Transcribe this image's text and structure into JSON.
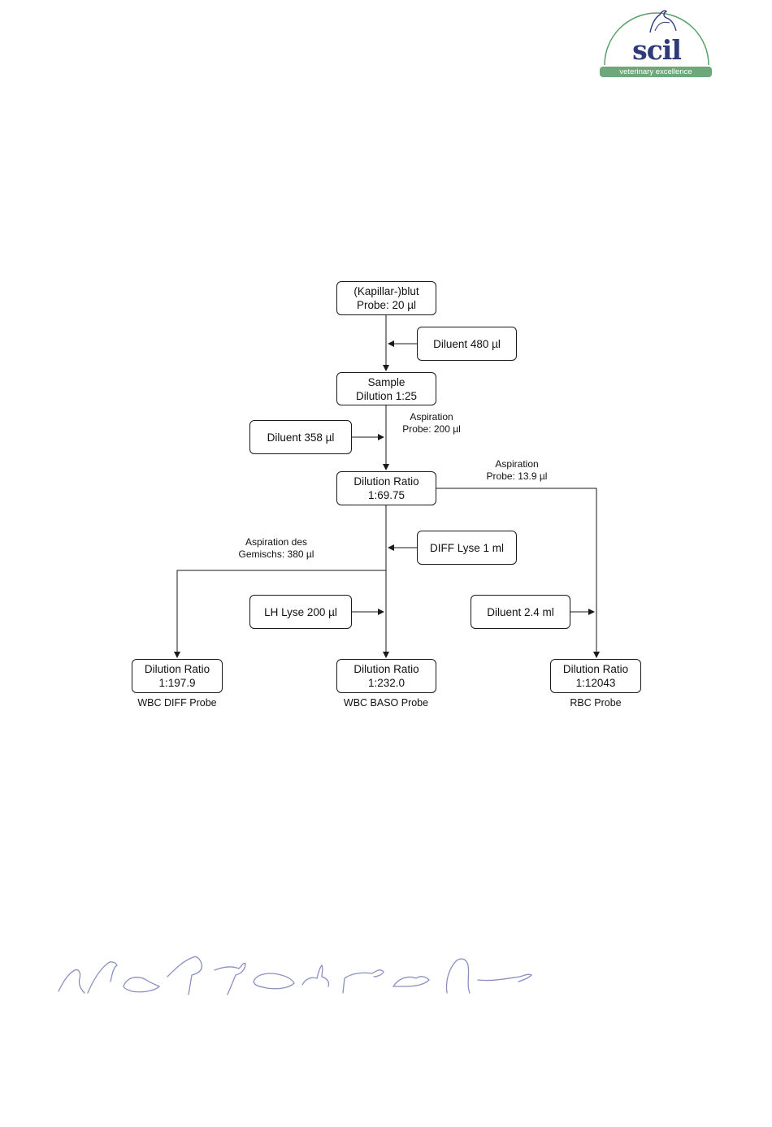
{
  "logo": {
    "word": "scil",
    "tagline": "veterinary excellence",
    "colors": {
      "word": "#2e3a7a",
      "arc": "#5aa06a",
      "tagline_bg": "#6da87a",
      "animal_stroke": "#8a90c0"
    }
  },
  "diagram": {
    "nodes": {
      "blood": [
        "(Kapillar-)blut",
        "Probe: 20 µl"
      ],
      "diluent480": [
        "Diluent 480 µl"
      ],
      "sample": [
        "Sample",
        "Dilution 1:25"
      ],
      "diluent358": [
        "Diluent 358 µl"
      ],
      "ratio6975": [
        "Dilution Ratio",
        "1:69.75"
      ],
      "diffLyse": [
        "DIFF Lyse 1 ml"
      ],
      "lhLyse": [
        "LH Lyse 200 µl"
      ],
      "diluent24": [
        "Diluent 2.4 ml"
      ],
      "ratio1979": [
        "Dilution Ratio",
        "1:197.9"
      ],
      "ratio2320": [
        "Dilution Ratio",
        "1:232.0"
      ],
      "ratio12043": [
        "Dilution Ratio",
        "1:12043"
      ]
    },
    "labels": {
      "aspiration200": [
        "Aspiration",
        "Probe: 200 µl"
      ],
      "aspiration139": [
        "Aspiration",
        "Probe: 13.9 µl"
      ],
      "aspiration380": [
        "Aspiration des",
        "Gemischs: 380 µl"
      ]
    },
    "captions": {
      "wbcDiff": "WBC DIFF Probe",
      "wbcBaso": "WBC BASO Probe",
      "rbc": "RBC Probe"
    }
  }
}
